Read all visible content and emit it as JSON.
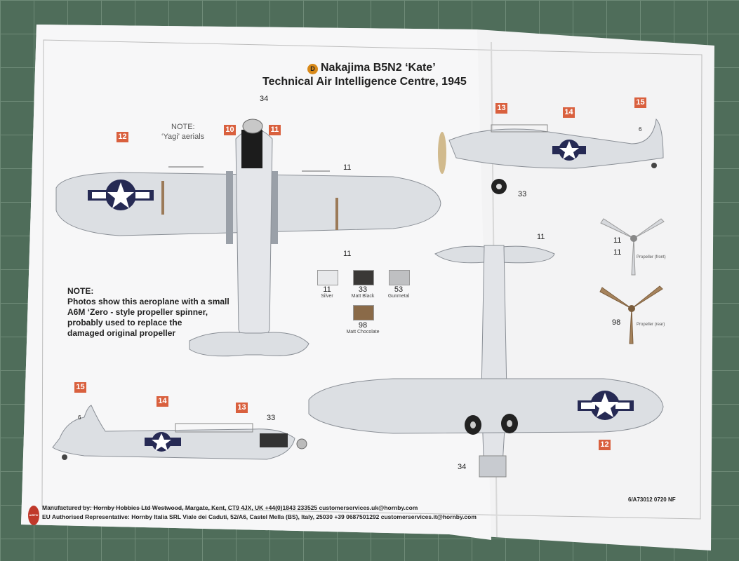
{
  "header": {
    "badge": "D",
    "title": "Nakajima B5N2 ‘Kate’",
    "subtitle": "Technical Air Intelligence Centre, 1945"
  },
  "notes": {
    "yagi_title": "NOTE:",
    "yagi_text": "‘Yagi’ aerials",
    "main_title": "NOTE:",
    "main_lines": [
      "Photos show this aeroplane with a small",
      "A6M ‘Zero - style propeller spinner,",
      "probably used to replace the",
      "damaged original propeller"
    ]
  },
  "callouts": {
    "c10": "10",
    "c11": "11",
    "c12a": "12",
    "c12b": "12",
    "c13a": "13",
    "c13b": "13",
    "c14a": "14",
    "c14b": "14",
    "c15a": "15",
    "c15b": "15"
  },
  "numbers": {
    "n34_top": "34",
    "n11_wing": "11",
    "n11_lower": "11",
    "n33_right": "33",
    "n11_under": "11",
    "n33_left": "33",
    "n34_bottom": "34",
    "n11_prop_a": "11",
    "n11_prop_b": "11",
    "n98_prop": "98"
  },
  "tail_codes": {
    "right": "6",
    "left": "6"
  },
  "paints": [
    {
      "num": "11",
      "name": "Silver",
      "color": "#e8e9eb"
    },
    {
      "num": "33",
      "name": "Matt Black",
      "color": "#3a3836"
    },
    {
      "num": "53",
      "name": "Gunmetal",
      "color": "#bfc0c2"
    },
    {
      "num": "98",
      "name": "Matt Chocolate",
      "color": "#8a6a48"
    }
  ],
  "propellers": {
    "front_label": "Propeller (front)",
    "rear_label": "Propeller (rear)"
  },
  "footer": {
    "manufacturer": "Manufactured by: Hornby Hobbies Ltd Westwood, Margate, Kent, CT9 4JX, UK +44(0)1843 233525 customerservices.uk@hornby.com",
    "eu_rep": "EU Authorised Representative: Hornby Italia SRL Viale dei Caduti, 52/A6, Castel Mella (BS), Italy, 25030 +39 0687501292 customerservices.it@hornby.com",
    "code": "6/A73012 0720 NF",
    "logo": "AIRFIX"
  },
  "colors": {
    "roundel_blue": "#262a54",
    "callout": "#d9603e",
    "aircraft_grey": "#dcdfe3",
    "accent_orange": "#d98a1a"
  }
}
